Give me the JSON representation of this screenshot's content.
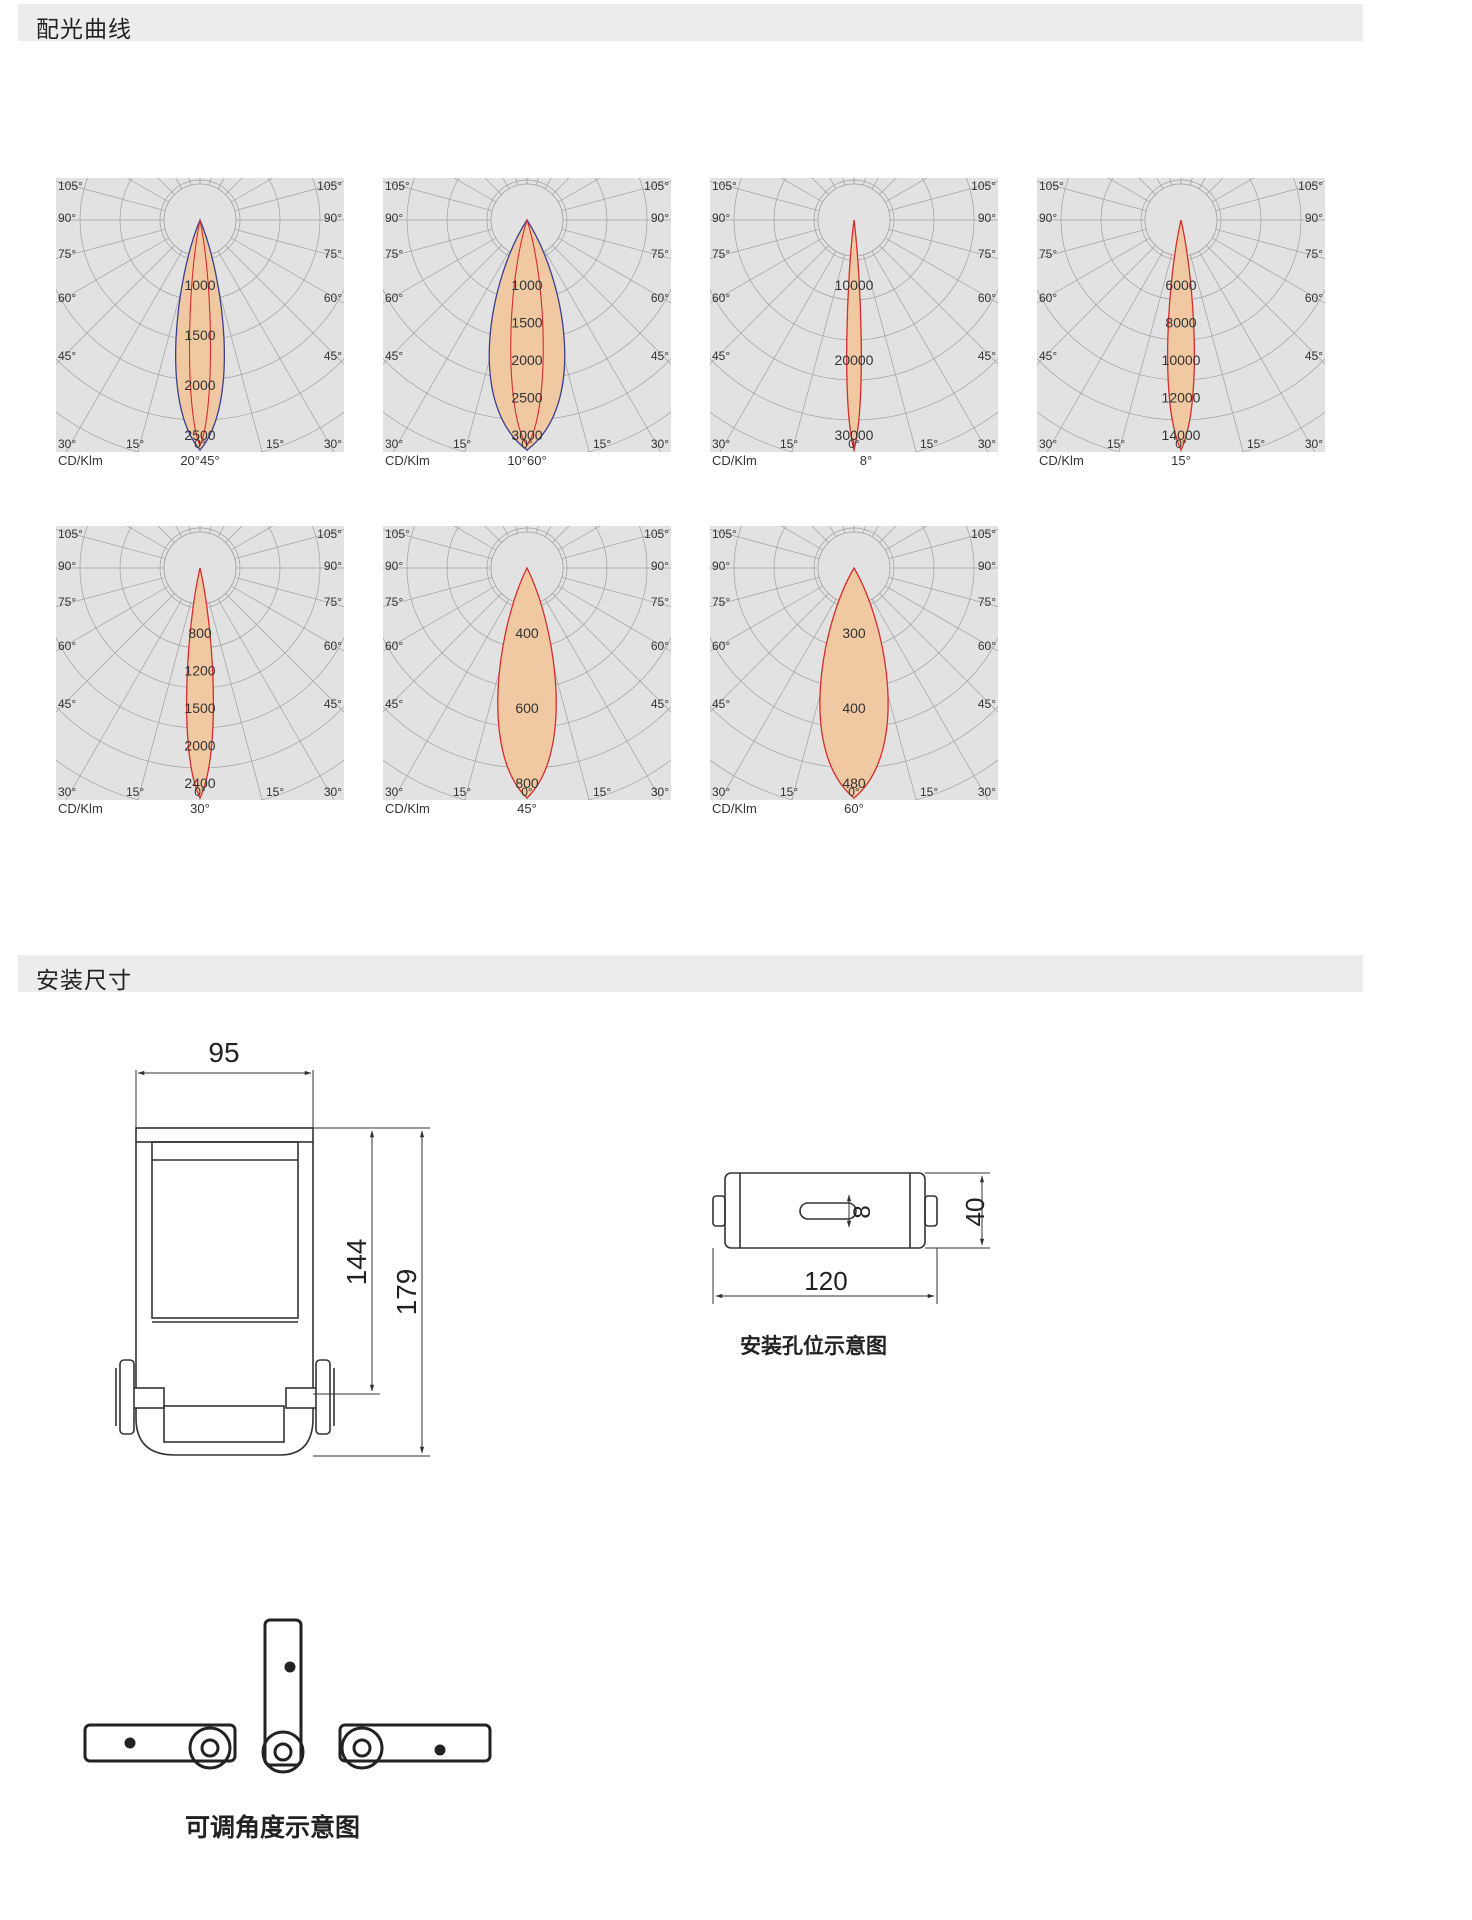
{
  "sections": {
    "photometric_title": "配光曲线",
    "installation_title": "安装尺寸"
  },
  "photometric": {
    "unit_label": "CD/Klm",
    "common_angle_labels": {
      "top_left": "105°",
      "top_right": "105°",
      "l90": "90°",
      "r90": "90°",
      "l75": "75°",
      "r75": "75°",
      "l60": "60°",
      "r60": "60°",
      "l45": "45°",
      "r45": "45°",
      "l30": "30°",
      "r30": "30°",
      "b15l": "15°",
      "b0": "0°",
      "b15r": "15°"
    },
    "plots": [
      {
        "beam": "20°45°",
        "values": [
          "1000",
          "1500",
          "2000",
          "2500"
        ],
        "outline": "#3a3f8f",
        "inner": true
      },
      {
        "beam": "10°60°",
        "values": [
          "1000",
          "1500",
          "2000",
          "2500",
          "3000"
        ],
        "outline": "#3a3f8f",
        "inner": true
      },
      {
        "beam": "8°",
        "values": [
          "10000",
          "20000",
          "30000"
        ],
        "outline": "#d62c2c",
        "inner": false
      },
      {
        "beam": "15°",
        "values": [
          "6000",
          "8000",
          "10000",
          "12000",
          "14000"
        ],
        "outline": "#d62c2c",
        "inner": false
      },
      {
        "beam": "30°",
        "values": [
          "800",
          "1200",
          "1500",
          "2000",
          "2400"
        ],
        "outline": "#d62c2c",
        "inner": false
      },
      {
        "beam": "45°",
        "values": [
          "400",
          "600",
          "800"
        ],
        "outline": "#d62c2c",
        "inner": false
      },
      {
        "beam": "60°",
        "values": [
          "300",
          "400",
          "480"
        ],
        "outline": "#d62c2c",
        "inner": false
      }
    ],
    "fill_color": "#f0c9a3",
    "grid_background": "#e2e2e2"
  },
  "dimensions": {
    "front_width": "95",
    "front_height_inner": "144",
    "front_height_total": "179",
    "hole_slot": "8",
    "hole_height": "40",
    "hole_width": "120",
    "hole_caption": "安装孔位示意图",
    "angle_caption": "可调角度示意图"
  }
}
